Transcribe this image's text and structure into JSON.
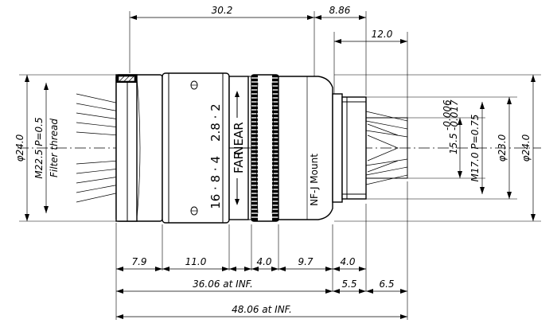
{
  "dimensions": {
    "top_length": "30.2",
    "flange_back": "8.86",
    "mount_length": "12.0",
    "seg1": "7.9",
    "seg2": "11.0",
    "seg3": "4.0",
    "seg4": "9.7",
    "seg5": "4.0",
    "total_inf": "36.06 at INF.",
    "seg6": "5.5",
    "seg7": "6.5",
    "overall_inf": "48.06 at INF.",
    "front_dia": "φ24.0",
    "filter_thread": "M22.5 P=0.5",
    "filter_label": "Filter thread",
    "rear_dia": "φ24.0",
    "mount_dia": "φ23.0",
    "mount_thread": "M17.0 P=0.75",
    "pilot_dia": "15.5",
    "pilot_tol_upper": "-0.006",
    "pilot_tol_lower": "-0.017"
  },
  "markings": {
    "near": "NEAR",
    "far": "FAR",
    "scale_top": "2.8 · 2",
    "scale_bottom": "16 · 8 · 4",
    "mount_name": "NF-J Mount"
  }
}
